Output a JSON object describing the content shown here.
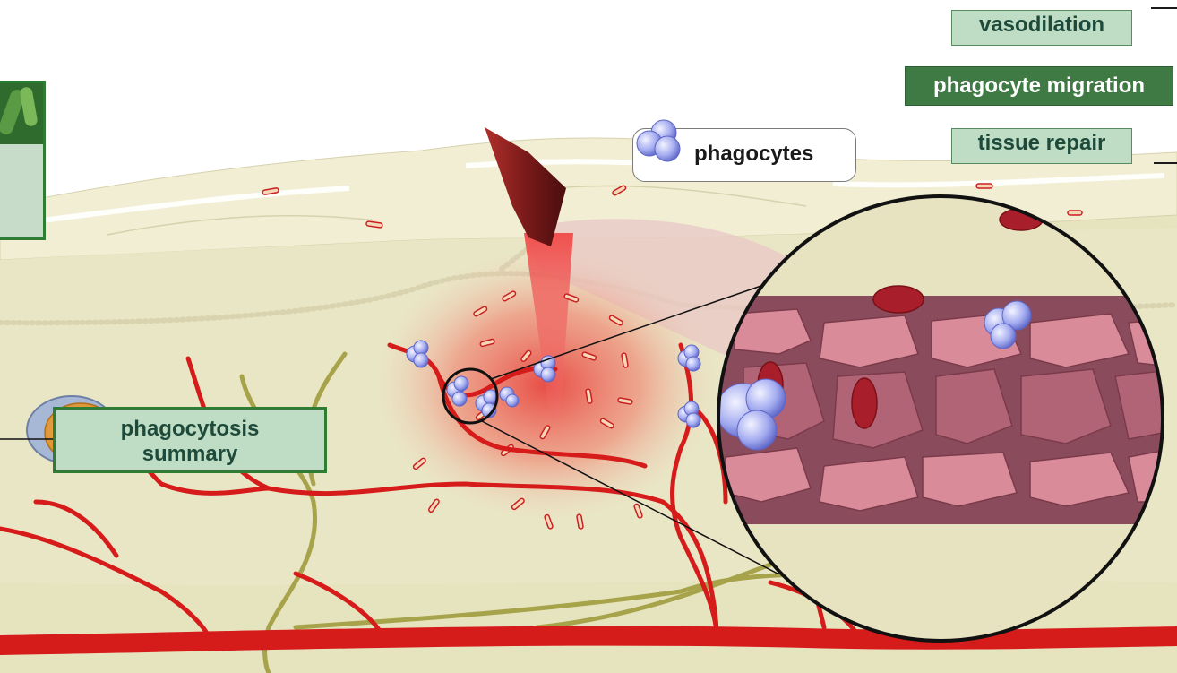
{
  "nav": {
    "vasodilation": "vasodilation",
    "phagocyte_migration": "phagocyte migration",
    "tissue_repair": "tissue repair",
    "active": "phagocyte migration"
  },
  "callout": {
    "phagocytes": "phagocytes"
  },
  "summary": {
    "line1": "phagocytosis",
    "line2": "summary"
  },
  "colors": {
    "tissue": "#e6e3bf",
    "blood_vessel": "#d61b1b",
    "nerve": "#a7a34a",
    "button_fill": "#bfdcc4",
    "button_active": "#3f7a45",
    "panel_border": "#2f7d32",
    "phagocyte": "#8f98e6"
  },
  "icons": {
    "phagocyte": "phagocyte-icon",
    "splinter": "splinter-icon",
    "magnifier": "magnified-vessel-inset",
    "cell": "phagocyte-cell-icon"
  }
}
